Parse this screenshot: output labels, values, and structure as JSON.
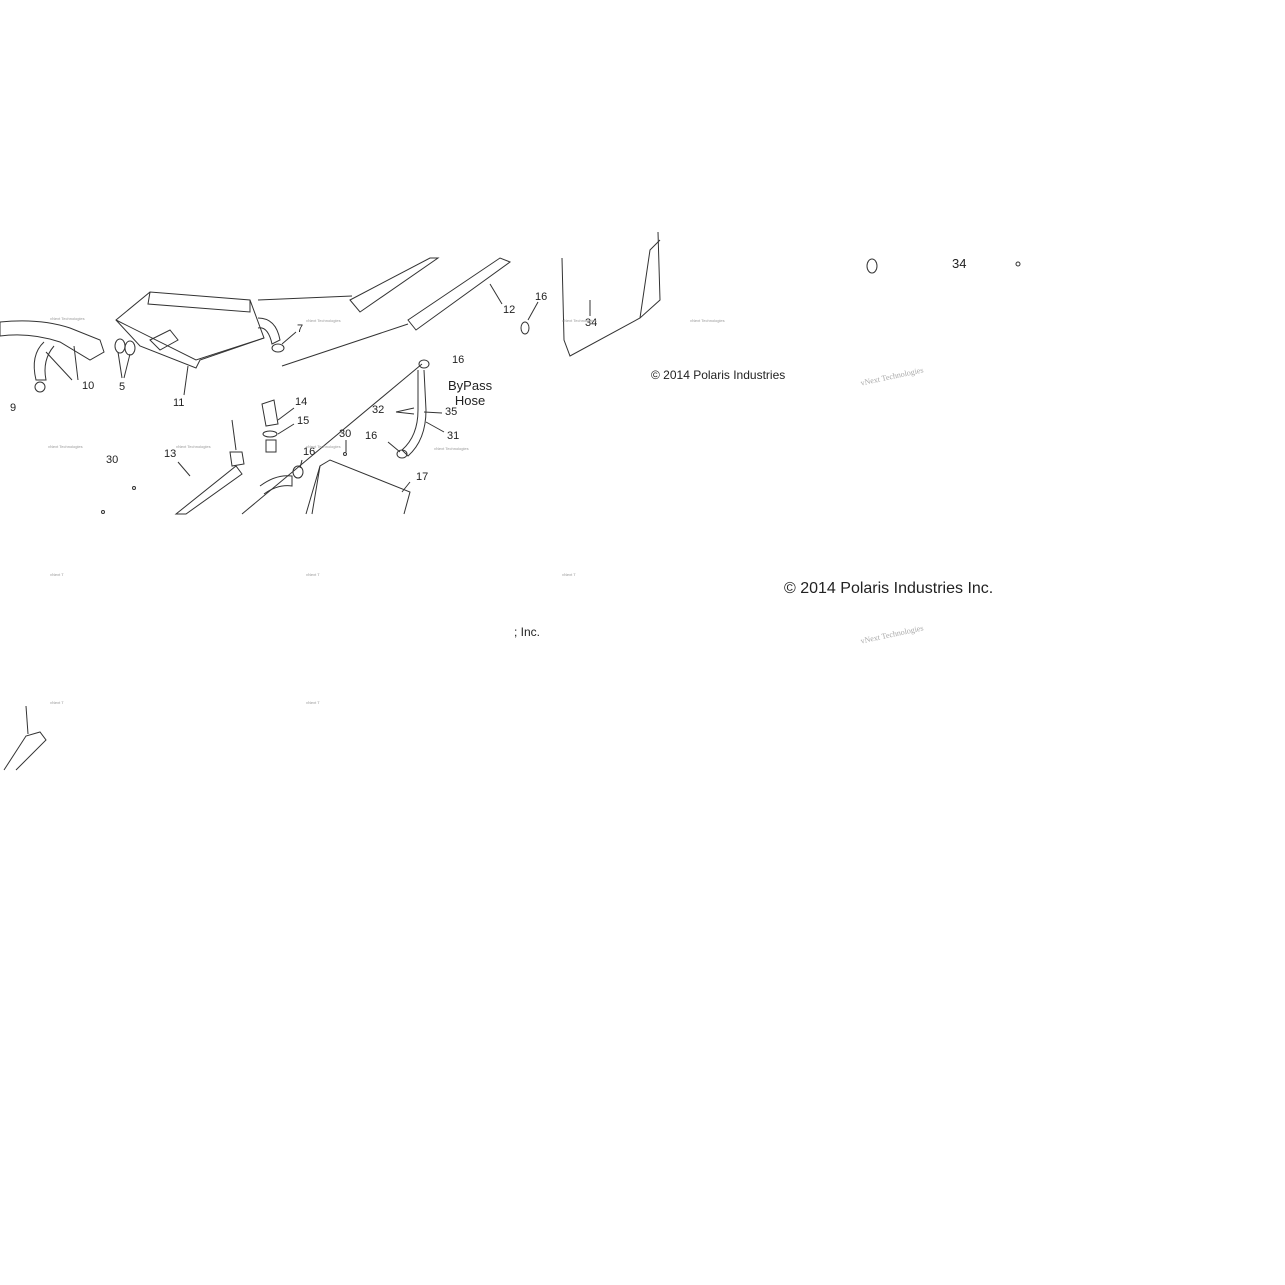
{
  "callouts": {
    "c34_top": "34",
    "c16_a": "16",
    "c12": "12",
    "c34_b": "34",
    "c7": "7",
    "c16_b": "16",
    "c10": "10",
    "c5": "5",
    "c9": "9",
    "c11": "11",
    "c14": "14",
    "c15": "15",
    "c32": "32",
    "c35": "35",
    "c31": "31",
    "c30_a": "30",
    "c16_c": "16",
    "c16_d": "16",
    "c30_b": "30",
    "c13": "13",
    "c17": "17"
  },
  "bypass": {
    "line1": "ByPass",
    "line2": "Hose"
  },
  "copyright_small": "© 2014 Polaris Industries",
  "copyright_large": "© 2014 Polaris Industries Inc.",
  "copyright_fragment": "; Inc.",
  "watermark": "vNext Technologies",
  "watermark_frag": "vNext T",
  "stamp": {
    "line1": "vNext Technologies"
  }
}
